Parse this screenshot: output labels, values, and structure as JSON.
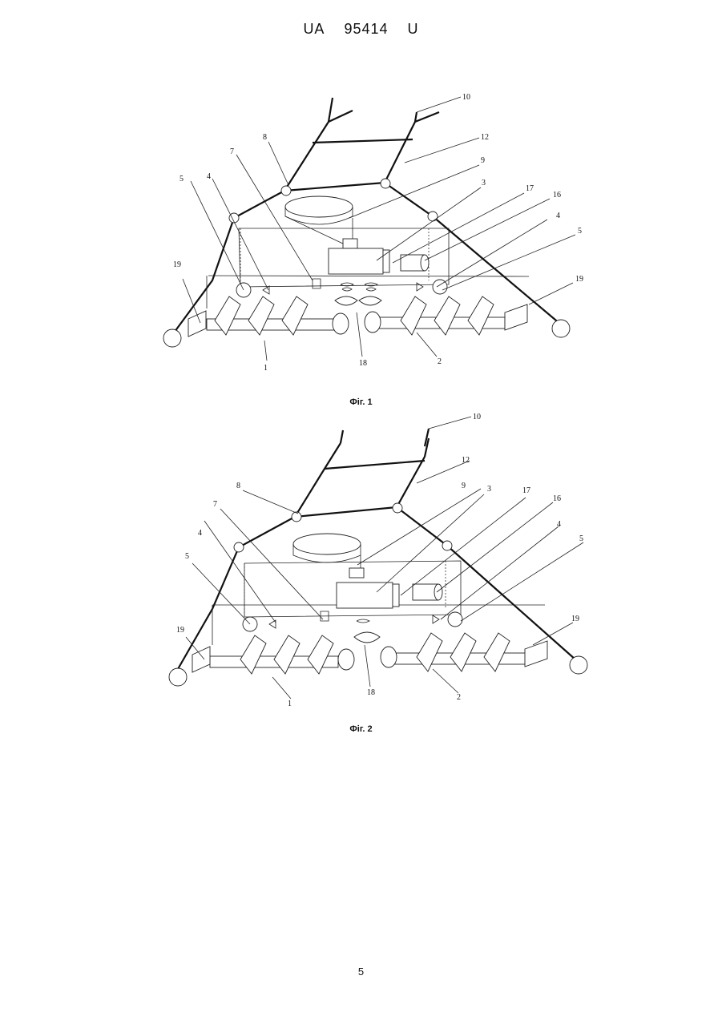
{
  "header": {
    "country": "UA",
    "number": "95414",
    "kind": "U"
  },
  "figures": [
    {
      "caption": "Фіг. 1",
      "labels": {
        "n1": "1",
        "n2": "2",
        "n3": "3",
        "n4a": "4",
        "n4b": "4",
        "n5a": "5",
        "n5b": "5",
        "n7": "7",
        "n8": "8",
        "n9": "9",
        "n10": "10",
        "n12": "12",
        "n16": "16",
        "n17": "17",
        "n18": "18",
        "n19a": "19",
        "n19b": "19"
      }
    },
    {
      "caption": "Фіг. 2",
      "labels": {
        "n1": "1",
        "n2": "2",
        "n3": "3",
        "n4a": "4",
        "n4b": "4",
        "n5a": "5",
        "n5b": "5",
        "n7": "7",
        "n8": "8",
        "n9": "9",
        "n10": "10",
        "n12": "12",
        "n16": "16",
        "n17": "17",
        "n18": "18",
        "n19a": "19",
        "n19b": "19"
      }
    }
  ],
  "page_number": "5"
}
